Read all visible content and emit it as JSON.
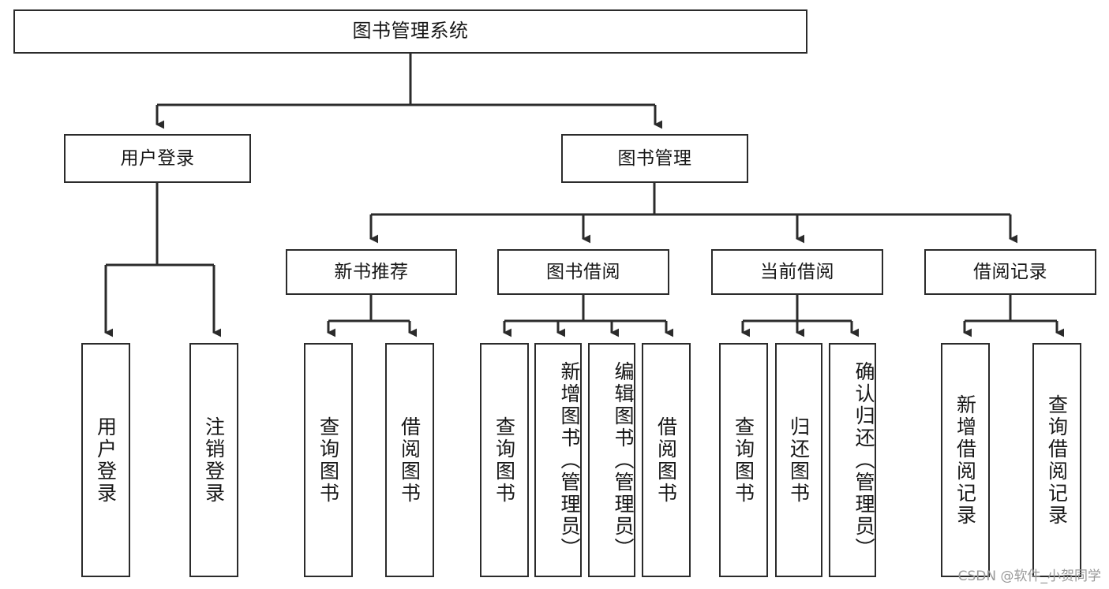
{
  "diagram": {
    "type": "tree-hierarchy",
    "title": "图书管理系统",
    "watermark": "CSDN @软件_小贺同学",
    "colors": {
      "background": "#ffffff",
      "box_border": "#2b2b2b",
      "box_fill": "#ffffff",
      "connector": "#2b2b2b",
      "text": "#171717",
      "watermark": "#9a9a9a"
    },
    "levels": {
      "root": {
        "label": "图书管理系统"
      },
      "level2": [
        {
          "label": "用户登录"
        },
        {
          "label": "图书管理"
        }
      ],
      "level3": [
        {
          "label": "新书推荐"
        },
        {
          "label": "图书借阅"
        },
        {
          "label": "当前借阅"
        },
        {
          "label": "借阅记录"
        }
      ],
      "leaves": {
        "user_login": [
          {
            "label": "用户登录"
          },
          {
            "label": "注销登录"
          }
        ],
        "new_book_recommend": [
          {
            "label": "查询图书"
          },
          {
            "label": "借阅图书"
          }
        ],
        "book_borrow": [
          {
            "label": "查询图书"
          },
          {
            "label": "新增图书（管理员）"
          },
          {
            "label": "编辑图书（管理员）"
          },
          {
            "label": "借阅图书"
          }
        ],
        "current_borrow": [
          {
            "label": "查询图书"
          },
          {
            "label": "归还图书"
          },
          {
            "label": "确认归还（管理员）"
          }
        ],
        "borrow_record": [
          {
            "label": "新增借阅记录"
          },
          {
            "label": "查询借阅记录"
          }
        ]
      }
    }
  }
}
